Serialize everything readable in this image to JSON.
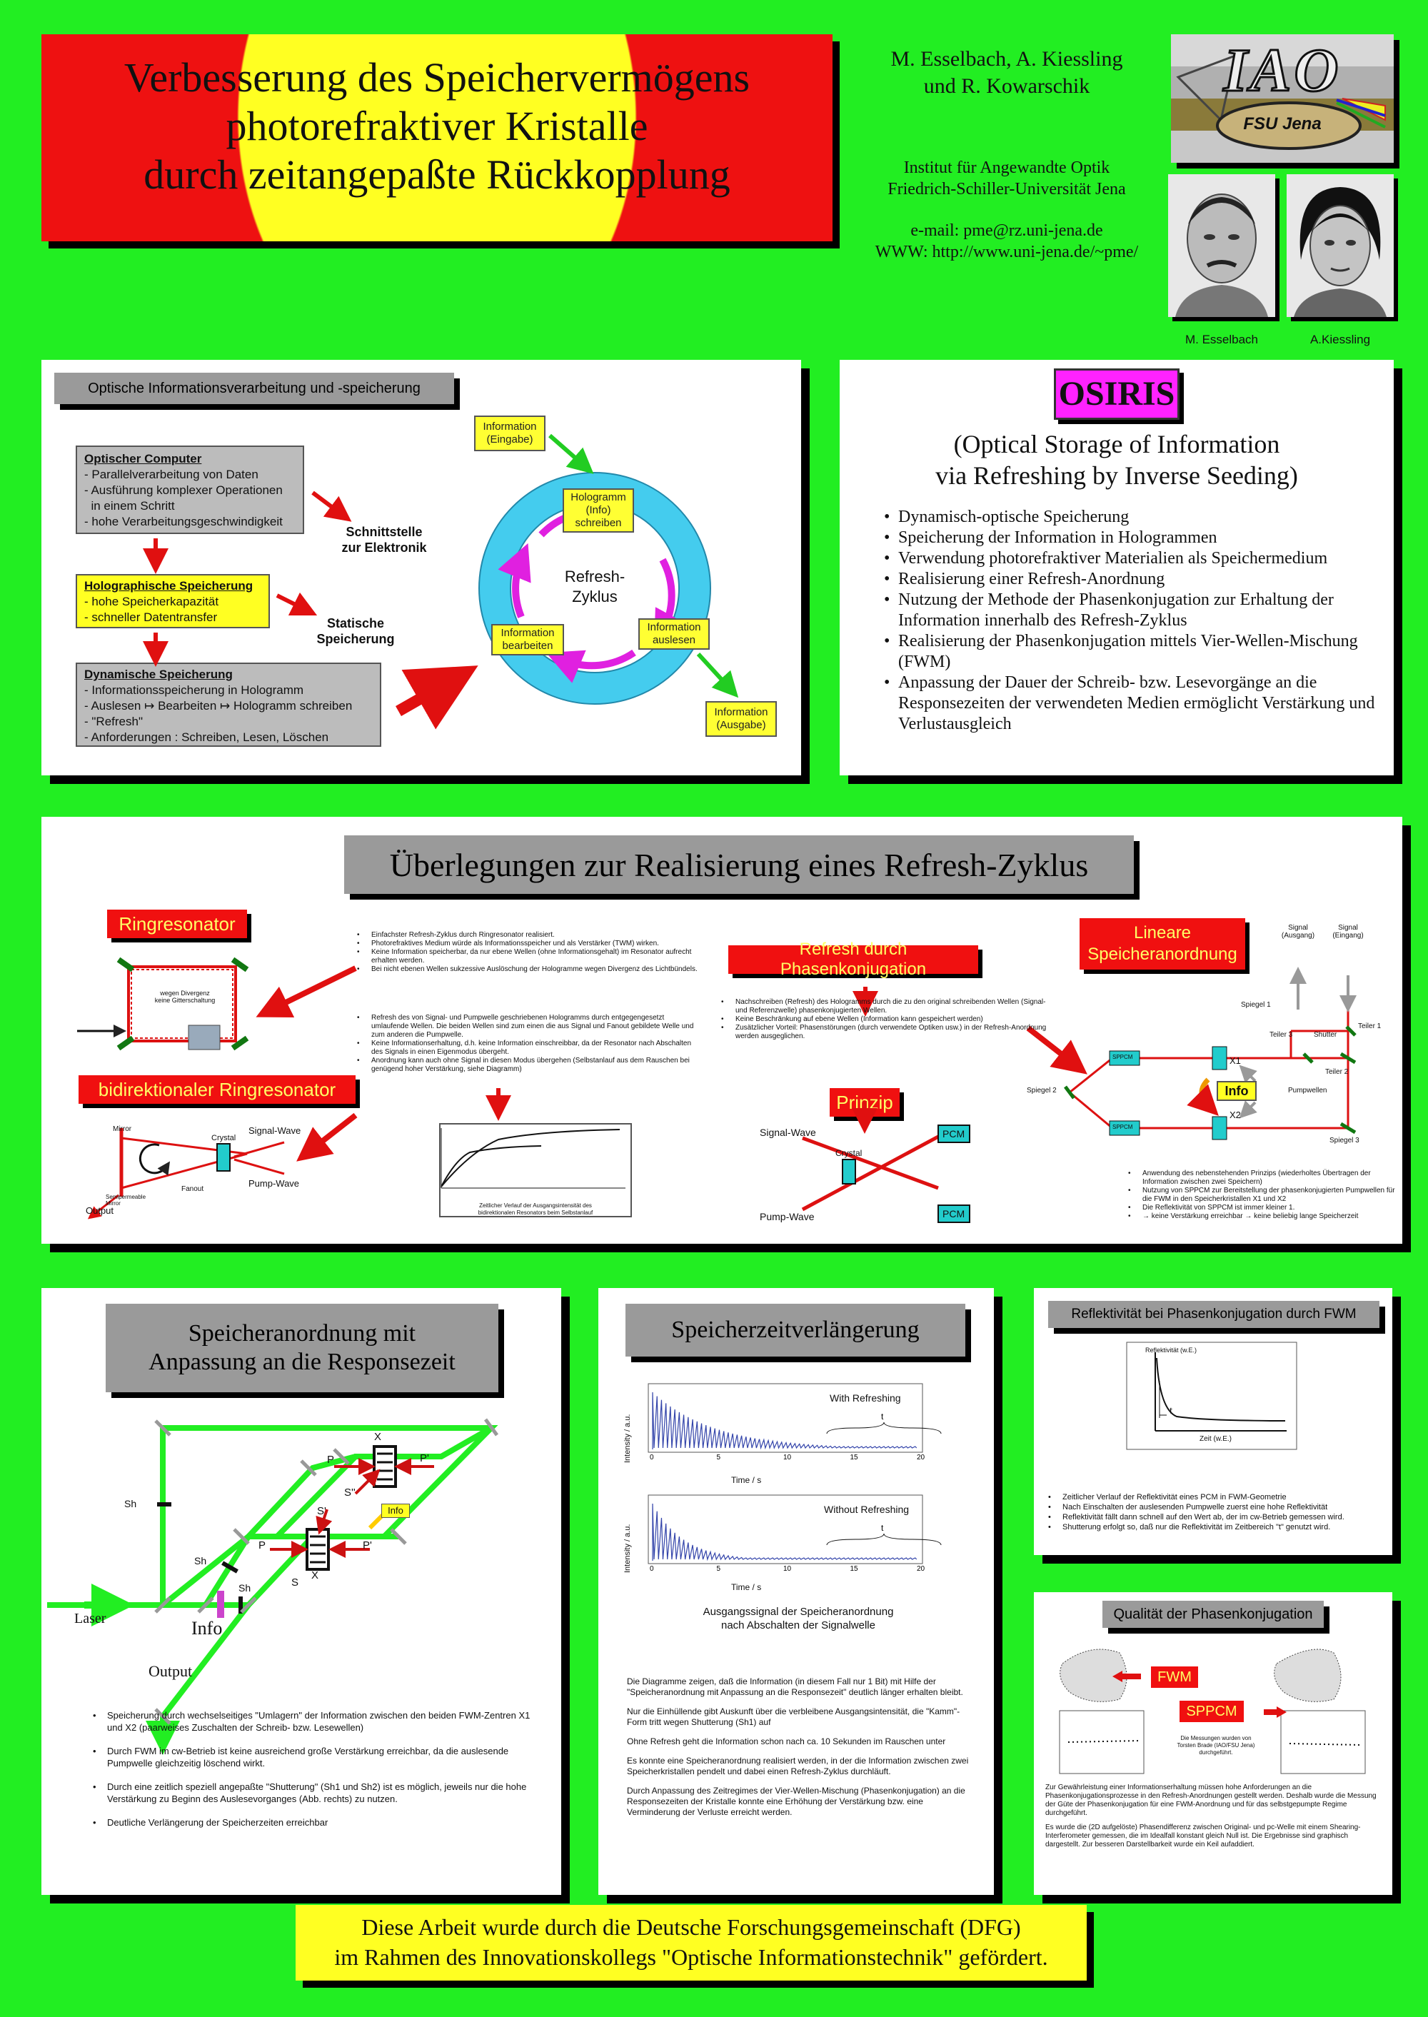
{
  "title": {
    "line1": "Verbesserung des Speichervermögens",
    "line2": "photorefraktiver Kristalle",
    "line3": "durch zeitangepaßte Rückkopplung"
  },
  "authors": {
    "line1": "M. Esselbach, A. Kiessling",
    "line2": "und R. Kowarschik"
  },
  "institute": {
    "line1": "Institut für Angewandte Optik",
    "line2": "Friedrich-Schiller-Universität Jena",
    "email": "e-mail: pme@rz.uni-jena.de",
    "www": "WWW: http://www.uni-jena.de/~pme/"
  },
  "logo": {
    "text": "IAO",
    "sub": "FSU Jena"
  },
  "photos": {
    "left": "M. Esselbach",
    "right": "A.Kiessling"
  },
  "p1": {
    "header": "Optische  Informationsverarbeitung und -speicherung",
    "box1": {
      "title": "Optischer Computer",
      "items": [
        "- Parallelverarbeitung von Daten",
        "- Ausführung komplexer Operationen",
        "  in einem Schritt",
        "- hohe Verarbeitungsgeschwindigkeit"
      ]
    },
    "label1": [
      "Schnittstelle",
      "zur Elektronik"
    ],
    "box2": {
      "title": "Holographische Speicherung",
      "items": [
        "- hohe Speicherkapazität",
        "- schneller Datentransfer"
      ]
    },
    "label2": [
      "Statische",
      "Speicherung"
    ],
    "box3": {
      "title": "Dynamische Speicherung",
      "items": [
        "- Informationsspeicherung in Hologramm",
        "- Auslesen ↦ Bearbeiten ↦ Hologramm schreiben",
        "- \"Refresh\"",
        "- Anforderungen : Schreiben, Lesen, Löschen"
      ]
    },
    "cycle": {
      "center": [
        "Refresh-",
        "Zyklus"
      ],
      "in": [
        "Information",
        "(Eingabe)"
      ],
      "holo": [
        "Hologramm",
        "(Info)",
        "schreiben"
      ],
      "read": [
        "Information",
        "auslesen"
      ],
      "edit": [
        "Information",
        "bearbeiten"
      ],
      "out": [
        "Information",
        "(Ausgabe)"
      ]
    }
  },
  "p2": {
    "badge": "OSIRIS",
    "sub1": "(Optical Storage of Information",
    "sub2": "via Refreshing by Inverse Seeding)",
    "items": [
      "Dynamisch-optische Speicherung",
      "Speicherung der Information in Hologrammen",
      "Verwendung photorefraktiver Materialien als Speichermedium",
      "Realisierung einer Refresh-Anordnung",
      "Nutzung der Methode der Phasenkonjugation zur Erhaltung der Information innerhalb des Refresh-Zyklus",
      "Realisierung der Phasenkonjugation mittels Vier-Wellen-Mischung (FWM)",
      "Anpassung der Dauer der Schreib- bzw. Lesevorgänge an die Responsezeiten der verwendeten Medien ermöglicht Verstärkung und Verlustausgleich"
    ]
  },
  "p3": {
    "header": "Überlegungen zur Realisierung eines Refresh-Zyklus",
    "ring": "Ringresonator",
    "ringnote": [
      "wegen Divergenz",
      "keine Gitterschaltung"
    ],
    "bidi": "bidirektionaler Ringresonator",
    "bidilabels": {
      "mirror": "Mirror",
      "crystal": "Crystal",
      "signal": "Signal-Wave",
      "pump": "Pump-Wave",
      "fanout": "Fanout",
      "output": "Output",
      "semi": "Semipermeable Mirror"
    },
    "notes1": [
      "Einfachster Refresh-Zyklus durch Ringresonator realisiert.",
      "Photorefraktives Medium würde als Informationsspeicher und als Verstärker (TWM) wirken.",
      "Keine Information speicherbar, da nur ebene Wellen (ohne Informationsgehalt) im Resonator aufrecht erhalten werden.",
      "Bei nicht ebenen Wellen sukzessive Auslöschung der Hologramme wegen Divergenz des Lichtbündels."
    ],
    "notes2": [
      "Refresh des von Signal- und Pumpwelle geschriebenen Hologramms durch entgegengesetzt umlaufende Wellen. Die beiden Wellen sind zum einen die aus Signal und Fanout gebildete Welle und zum anderen die Pumpwelle.",
      "Keine Informationserhaltung, d.h. keine Information einschreibbar, da der Resonator nach Abschalten des Signals in einen Eigenmodus übergeht.",
      "Anordnung kann auch ohne Signal in diesen Modus übergehen (Selbstanlauf aus dem Rauschen bei genügend hoher Verstärkung, siehe Diagramm)"
    ],
    "graphcap": [
      "Zeitlicher Verlauf der Ausgangsintensität des",
      "bidirektionalen Resonators beim Selbstanlauf"
    ],
    "phase": "Refresh durch Phasenkonjugation",
    "phasenotes": [
      "Nachschreiben (Refresh) des Hologramms durch die zu den original schreibenden Wellen (Signal- und Referenzwelle) phasenkonjugierten Wellen.",
      "Keine Beschränkung auf ebene Wellen (Information kann gespeichert werden)",
      "Zusätzlicher Vorteil:  Phasenstörungen (durch verwendete Optiken usw.) in der Refresh-Anordnung werden ausgeglichen."
    ],
    "prinzip": "Prinzip",
    "prinziplabels": {
      "signal": "Signal-Wave",
      "pump": "Pump-Wave",
      "crystal": "Crystal",
      "pcm": "PCM"
    },
    "linear": [
      "Lineare",
      "Speicheranordnung"
    ],
    "linearlabels": {
      "sig_out": [
        "Signal",
        "(Ausgang)"
      ],
      "sig_in": [
        "Signal",
        "(Eingang)"
      ],
      "s1": "Spiegel 1",
      "s2": "Spiegel 2",
      "s3": "Spiegel 3",
      "t1": "Teiler 1",
      "t2": "Teiler 2",
      "t3": "Teiler 3",
      "shutter": "Shutter",
      "pump": "Pumpwellen",
      "info": "Info",
      "spcm": "SPPCM",
      "x1": "X1",
      "x2": "X2"
    },
    "linearnotes": [
      "Anwendung des nebenstehenden Prinzips (wiederholtes Übertragen der Information zwischen zwei Speichern)",
      "Nutzung von SPPCM zur Bereitstellung der phasenkonjugierten Pumpwellen für die FWM in den Speicherkristallen X1 und X2",
      "Die Reflektivität von SPPCM ist immer kleiner 1.",
      "→ keine Verstärkung erreichbar  → keine beliebig lange Speicherzeit"
    ]
  },
  "p4": {
    "header": [
      "Speicheranordnung mit",
      "Anpassung an die Responsezeit"
    ],
    "labels": {
      "laser": "Laser",
      "info": "Info",
      "output": "Output",
      "sh1": "Sh",
      "sh2": "Sh",
      "sh3": "Sh",
      "x": "X",
      "p": "P",
      "p2": "P'",
      "s": "S",
      "s2": "S'",
      "s3": "S''",
      "info2": "Info"
    },
    "items": [
      "Speicherung durch wechselseitiges \"Umlagern\" der Information zwischen den beiden FWM-Zentren X1 und X2 (paarweises Zuschalten der Schreib- bzw. Lesewellen)",
      "Durch FWM im cw-Betrieb ist keine ausreichend große Verstärkung erreichbar, da die auslesende Pumpwelle gleichzeitig löschend wirkt.",
      "Durch eine zeitlich speziell angepaßte \"Shutterung\" (Sh1 und Sh2) ist es möglich, jeweils nur die hohe Verstärkung zu Beginn des Auslesevorganges (Abb. rechts) zu nutzen.",
      "Deutliche Verlängerung der Speicherzeiten erreichbar"
    ]
  },
  "p5": {
    "header": "Speicherzeitverlängerung",
    "with": "With Refreshing",
    "without": "Without Refreshing",
    "ylabel": "Intensity / a.u.",
    "xlabel": "Time / s",
    "caption": [
      "Ausgangssignal der Speicheranordnung",
      "nach Abschalten der Signalwelle"
    ],
    "texts": [
      "Die Diagramme zeigen, daß die Information (in diesem Fall nur 1 Bit) mit Hilfe der \"Speicheranordnung mit Anpassung an die Responsezeit\" deutlich länger erhalten bleibt.",
      "Nur die Einhüllende gibt Auskunft über die verbleibene Ausgangsintensität, die \"Kamm\"-Form tritt wegen Shutterung (Sh1) auf",
      "Ohne Refresh geht die Information schon nach ca. 10 Sekunden im Rauschen unter",
      "Es konnte eine Speicheranordnung realisiert werden, in der die Information zwischen zwei Speicherkristallen pendelt und dabei einen Refresh-Zyklus durchläuft.",
      "Durch Anpassung des Zeitregimes der Vier-Wellen-Mischung (Phasenkonjugation) an die Responsezeiten der Kristalle konnte eine Erhöhung der Verstärkung bzw. eine Verminderung der Verluste erreicht werden."
    ]
  },
  "p6": {
    "header": "Reflektivität bei Phasenkonjugation durch FWM",
    "ylabel": "Reflektivität (w.E.)",
    "xlabel": "Zeit (w.E.)",
    "t": "t",
    "items": [
      "Zeitlicher Verlauf der Reflektivität eines PCM in FWM-Geometrie",
      "Nach Einschalten der auslesenden Pumpwelle zuerst eine hohe Reflektivität",
      "Reflektivität fällt dann schnell auf den Wert ab, der im cw-Betrieb gemessen wird.",
      "Shutterung erfolgt so, daß nur die Reflektivität im Zeitbereich \"t\" genutzt wird."
    ]
  },
  "p7": {
    "header": "Qualität der Phasenkonjugation",
    "fwm": "FWM",
    "sppcm": "SPPCM",
    "note": [
      "Die Messungen wurden von",
      "Torsten Brade (IAO/FSU Jena)",
      "durchgeführt."
    ],
    "texts": [
      "Zur Gewährleistung einer Informationserhaltung müssen hohe Anforderungen an die Phasenkonjugationsprozesse in den Refresh-Anordnungen gestellt werden. Deshalb wurde die Messung der Güte der Phasenkonjugation für eine FWM-Anordnung und für das selbstgepumpte Regime durchgeführt.",
      "Es wurde die (2D aufgelöste) Phasendifferenz zwischen Original- und pc-Welle mit einem Shearing-Interferometer gemessen, die im Idealfall konstant gleich Null ist. Die Ergebnisse sind graphisch dargestellt. Zur besseren Darstellbarkeit wurde ein Keil aufaddiert."
    ]
  },
  "footer": {
    "line1": "Diese Arbeit wurde durch die Deutsche Forschungsgemeinschaft (DFG)",
    "line2": "im Rahmen des Innovationskollegs \"Optische Informationstechnik\" gefördert."
  },
  "colors": {
    "background": "#22ee22",
    "title_red": "#ee1111",
    "title_yellow": "#ffff22",
    "badge": "#ff22ff",
    "label_red": "#f01010"
  }
}
